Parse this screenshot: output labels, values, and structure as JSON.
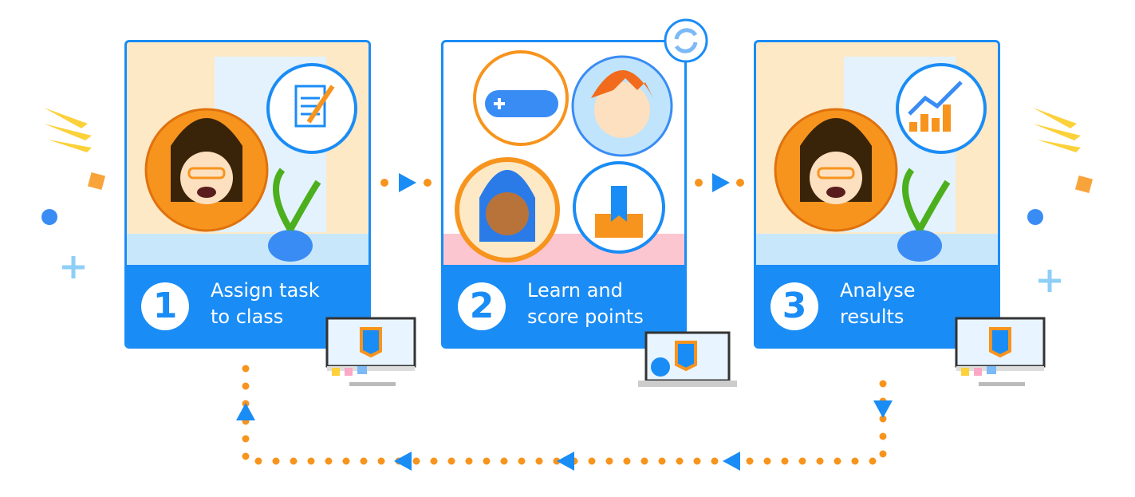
{
  "steps": [
    {
      "number": "1",
      "label": "Assign task\nto class"
    },
    {
      "number": "2",
      "label": "Learn and\nscore points"
    },
    {
      "number": "3",
      "label": "Analyse\nresults"
    }
  ],
  "colors": {
    "blue": "#1a8cf5",
    "orange": "#f7941d",
    "wall": "#fde9c6",
    "floor": "#c9e7fb",
    "pink": "#fcc6d0"
  }
}
